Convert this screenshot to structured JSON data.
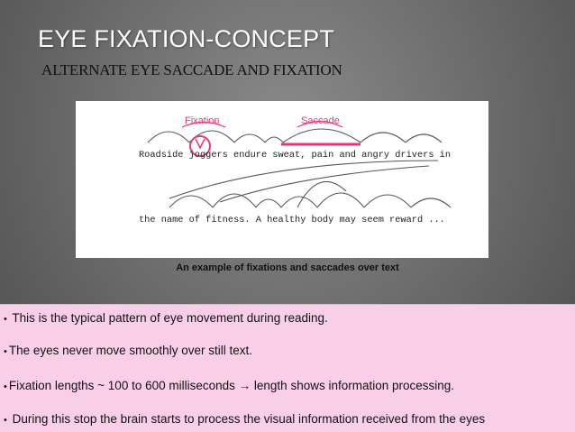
{
  "slide": {
    "title": "EYE FIXATION-CONCEPT",
    "subtitle": "ALTERNATE EYE SACCADE AND FIXATION"
  },
  "figure": {
    "label_fixation": "Fixation",
    "label_saccade": "Saccade",
    "line1": "Roadside joggers endure sweat, pain and angry drivers in",
    "line2": "the name of fitness.  A healthy body may seem reward ...",
    "colors": {
      "highlight": "#e23a7a",
      "arcs": "#555555"
    }
  },
  "caption": "An example of fixations and saccades over text",
  "notes": {
    "bullet": "•",
    "items": [
      " This is the typical pattern of eye movement during reading.",
      "The eyes never move smoothly over still text.",
      "Fixation lengths ~ 100 to 600 milliseconds",
      " During this stop the brain starts to process the visual information received from the eyes"
    ],
    "item3_arrow": "→",
    "item3_tail": " length shows information processing.",
    "background": "#f9cfe8"
  }
}
